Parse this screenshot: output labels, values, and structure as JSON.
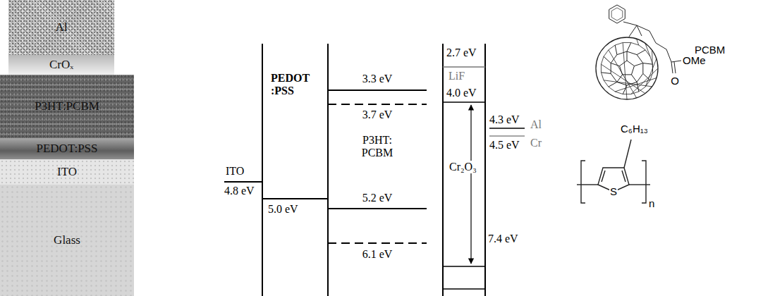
{
  "diagram": {
    "nodes": [
      {
        "text": [
          "Al"
        ]
      },
      {
        "text": [
          "CrOₓ"
        ]
      },
      {
        "text": [
          "P3HT:PCBM"
        ]
      },
      {
        "text": [
          "PEDOT:PSS"
        ]
      },
      {
        "text": [
          "ITO"
        ]
      },
      {
        "text": [
          "Glass"
        ]
      }
    ],
    "labels": [
      "3.3 eV",
      "PEDOT :PSS",
      "3.7 eV",
      "P3HT: PCBM",
      "ITO",
      "4.8 eV",
      "5.2 eV",
      "5.0 eV",
      "6.1 eV",
      "2.7 eV",
      "LiF",
      "4.0 eV",
      "Cr₂O₃",
      "7.4 eV",
      "4.3 eV",
      "Al",
      "4.5 eV",
      "Cr",
      "PCBM",
      "O",
      "OMe",
      "C₆H₁₃",
      "S",
      "n"
    ]
  }
}
